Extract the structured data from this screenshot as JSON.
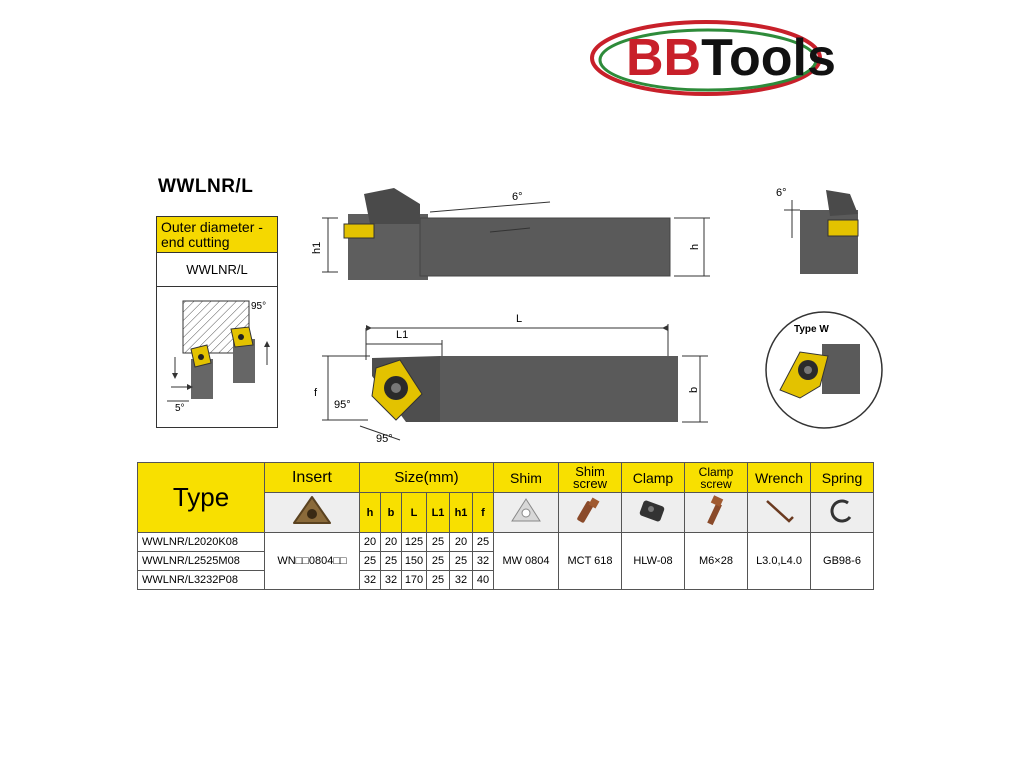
{
  "logo": {
    "part1": "BB",
    "part2": "Tools"
  },
  "title": "WWLNR/L",
  "info_box": {
    "description": "Outer diameter - end cutting",
    "code": "WWLNR/L"
  },
  "diagram_labels": {
    "angle_95_a": "95°",
    "angle_5": "5°",
    "angle_6_side": "6°",
    "angle_6_end": "6°",
    "h1": "h1",
    "h": "h",
    "L1": "L1",
    "L": "L",
    "f": "f",
    "b": "b",
    "angle_95_b": "95°",
    "angle_95_c": "95°",
    "type_w": "Type W"
  },
  "table": {
    "type_header": "Type",
    "insert_header": "Insert",
    "size_header": "Size(mm)",
    "size_cols": [
      "h",
      "b",
      "L",
      "L1",
      "h1",
      "f"
    ],
    "shim_header": "Shim",
    "shim_screw_header": "Shim screw",
    "clamp_header": "Clamp",
    "clamp_screw_header": "Clamp screw",
    "wrench_header": "Wrench",
    "spring_header": "Spring",
    "rows": [
      {
        "type": "WWLNR/L2020K08",
        "sizes": [
          "20",
          "20",
          "125",
          "25",
          "20",
          "25"
        ]
      },
      {
        "type": "WWLNR/L2525M08",
        "sizes": [
          "25",
          "25",
          "150",
          "25",
          "25",
          "32"
        ]
      },
      {
        "type": "WWLNR/L3232P08",
        "sizes": [
          "32",
          "32",
          "170",
          "25",
          "32",
          "40"
        ]
      }
    ],
    "insert_value": "WN□□0804□□",
    "shim_value": "MW 0804",
    "shim_screw_value": "MCT 618",
    "clamp_value": "HLW-08",
    "clamp_screw_value": "M6×28",
    "wrench_value": "L3.0,L4.0",
    "spring_value": "GB98-6"
  },
  "colors": {
    "yellow": "#f5d800",
    "tool_gray": "#5a5a5a",
    "brand_red": "#c8202a",
    "brand_green": "#2e8b3a"
  }
}
